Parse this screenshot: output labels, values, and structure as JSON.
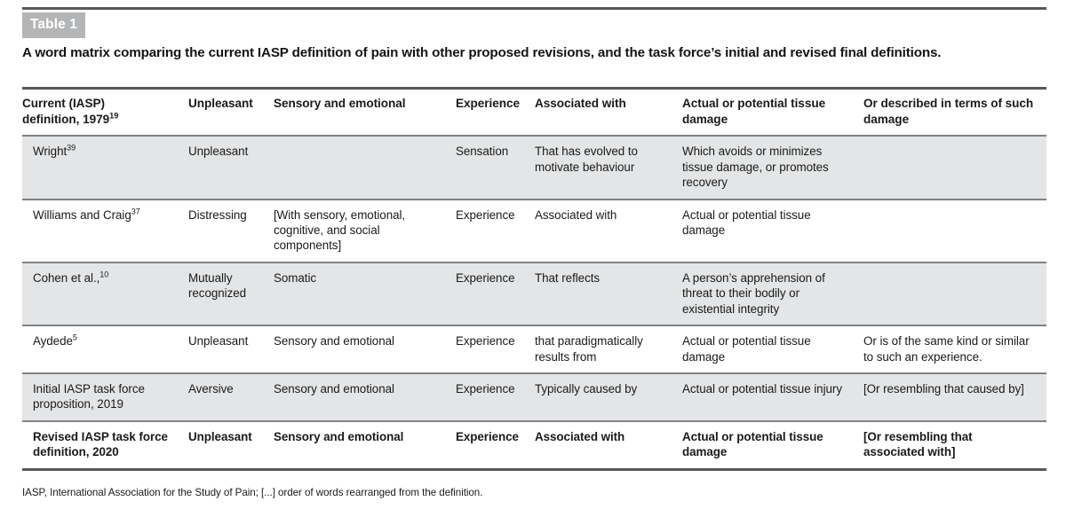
{
  "table": {
    "badge_label": "Table 1",
    "caption": "A word matrix comparing the current IASP definition of pain with other proposed revisions, and the task force’s initial and revised final definitions.",
    "accent_badge_color": "#b4b5b7",
    "rule_color": "#58595b",
    "shaded_row_color": "#e4e5e6",
    "columns": [
      {
        "line1": "Current (IASP)",
        "line2": "definition, 1979",
        "sup": "19"
      },
      {
        "line1": "Unpleasant",
        "line2": "",
        "sup": ""
      },
      {
        "line1": "Sensory and emotional",
        "line2": "",
        "sup": ""
      },
      {
        "line1": "Experience",
        "line2": "",
        "sup": ""
      },
      {
        "line1": "Associated with",
        "line2": "",
        "sup": ""
      },
      {
        "line1": "Actual or potential tissue damage",
        "line2": "",
        "sup": ""
      },
      {
        "line1": "Or described in terms of such damage",
        "line2": "",
        "sup": ""
      }
    ],
    "rows": [
      {
        "shaded": true,
        "bold": false,
        "source": "Wright",
        "source_sup": "39",
        "unpleasant": "Unpleasant",
        "sensory": "",
        "experience": "Sensation",
        "associated": "That has evolved to motivate behaviour",
        "damage": "Which avoids or minimizes tissue damage, or promotes recovery",
        "described": ""
      },
      {
        "shaded": false,
        "bold": false,
        "source": "Williams and Craig",
        "source_sup": "37",
        "unpleasant": "Distressing",
        "sensory": "[With sensory, emotional, cognitive, and social components]",
        "experience": "Experience",
        "associated": "Associated with",
        "damage": "Actual or potential tissue damage",
        "described": ""
      },
      {
        "shaded": true,
        "bold": false,
        "source": "Cohen et al.,",
        "source_sup": "10",
        "unpleasant": "Mutually recognized",
        "sensory": "Somatic",
        "experience": "Experience",
        "associated": "That reflects",
        "damage": "A person’s apprehension of threat to their bodily or existential integrity",
        "described": ""
      },
      {
        "shaded": false,
        "bold": false,
        "source": "Aydede",
        "source_sup": "5",
        "unpleasant": "Unpleasant",
        "sensory": "Sensory and emotional",
        "experience": "Experience",
        "associated": "that paradigmatically results from",
        "damage": "Actual or potential tissue damage",
        "described": "Or is of the same kind or similar to such an experience."
      },
      {
        "shaded": true,
        "bold": false,
        "source": "Initial IASP task force proposition, 2019",
        "source_sup": "",
        "unpleasant": "Aversive",
        "sensory": "Sensory and emotional",
        "experience": "Experience",
        "associated": "Typically caused by",
        "damage": "Actual or potential tissue injury",
        "described": "[Or resembling that caused by]"
      },
      {
        "shaded": false,
        "bold": true,
        "source": "Revised IASP task force definition, 2020",
        "source_sup": "",
        "unpleasant": "Unpleasant",
        "sensory": "Sensory and emotional",
        "experience": "Experience",
        "associated": "Associated with",
        "damage": "Actual or potential tissue damage",
        "described": "[Or resembling that associated with]"
      }
    ],
    "footnote": "IASP, International Association for the Study of Pain; [...] order of words rearranged from the definition."
  }
}
